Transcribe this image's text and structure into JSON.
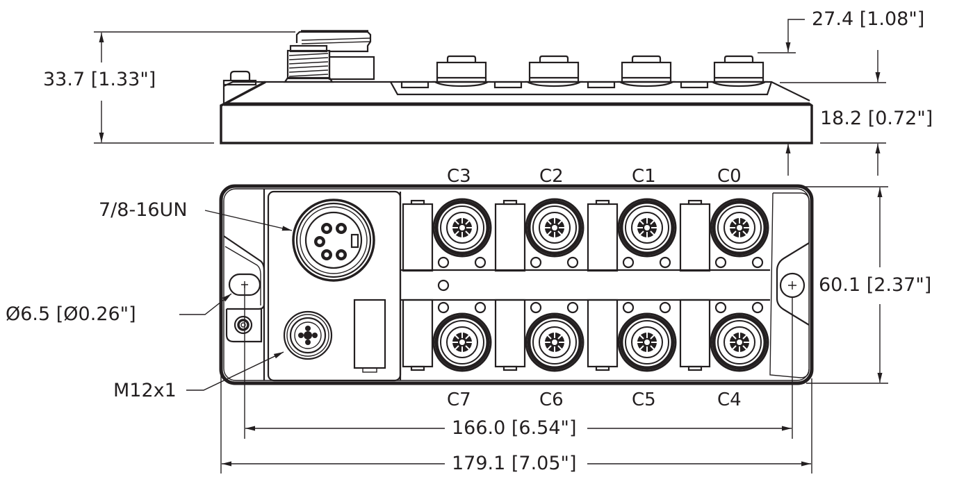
{
  "drawing": {
    "subject": "I/O module dimensional drawing",
    "colors": {
      "line": "#231f20",
      "background": "#ffffff"
    },
    "side_view": {
      "dimensions": {
        "overall_height": "33.7 [1.33\"]",
        "connector_height": "27.4 [1.08\"]",
        "housing_height": "18.2 [0.72\"]"
      }
    },
    "top_view": {
      "callouts": {
        "power_connector": "7/8-16UN",
        "mounting_hole": "Ø6.5 [Ø0.26\"]",
        "fieldbus_connector": "M12x1"
      },
      "dimensions": {
        "width": "60.1 [2.37\"]",
        "hole_spacing": "166.0 [6.54\"]",
        "overall_length": "179.1 [7.05\"]"
      },
      "channels_top": [
        "C3",
        "C2",
        "C1",
        "C0"
      ],
      "channels_bottom": [
        "C7",
        "C6",
        "C5",
        "C4"
      ]
    }
  }
}
